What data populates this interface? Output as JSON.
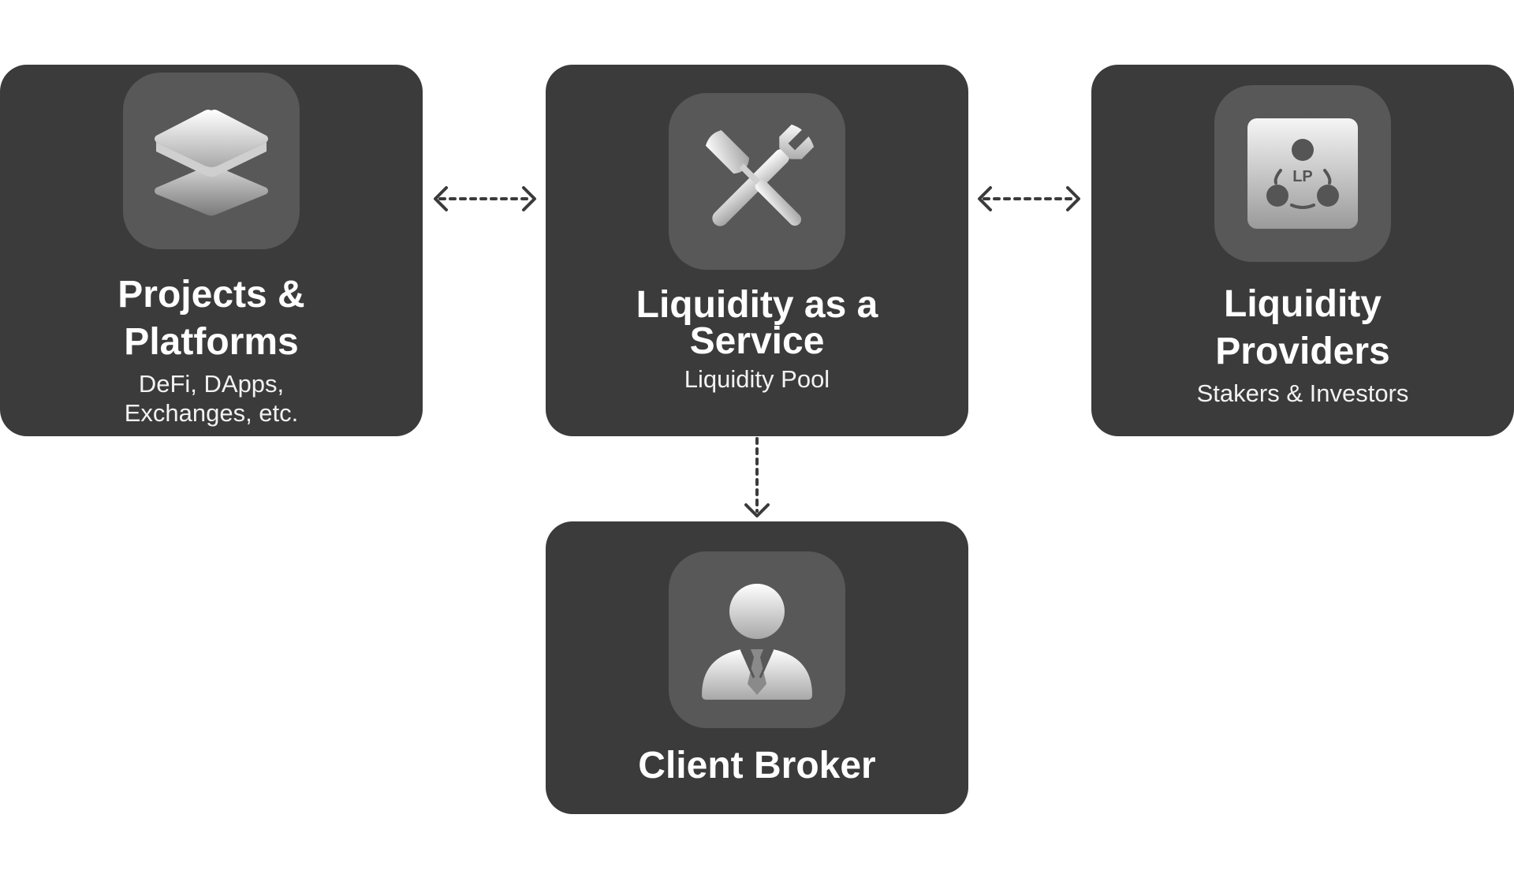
{
  "colors": {
    "card_bg": "#3b3b3b",
    "icon_tile_bg": "#585858",
    "text": "#ffffff",
    "arrow": "#3b3b3b"
  },
  "cards": {
    "projects": {
      "title": "Projects &\nPlatforms",
      "subtitle": "DeFi, DApps,\nExchanges, etc.",
      "icon": "layers-icon"
    },
    "laas": {
      "title": "Liquidity as a\nService",
      "subtitle": "Liquidity Pool",
      "icon": "tools-icon"
    },
    "providers": {
      "title": "Liquidity\nProviders",
      "subtitle": "Stakers & Investors",
      "icon": "liquidity-pool-icon",
      "icon_text": "LP"
    },
    "broker": {
      "title": "Client Broker",
      "icon": "person-icon"
    }
  },
  "connections": [
    {
      "from": "projects",
      "to": "laas",
      "style": "dashed",
      "direction": "bidirectional"
    },
    {
      "from": "laas",
      "to": "providers",
      "style": "dashed",
      "direction": "bidirectional"
    },
    {
      "from": "laas",
      "to": "broker",
      "style": "dashed",
      "direction": "forward"
    }
  ]
}
